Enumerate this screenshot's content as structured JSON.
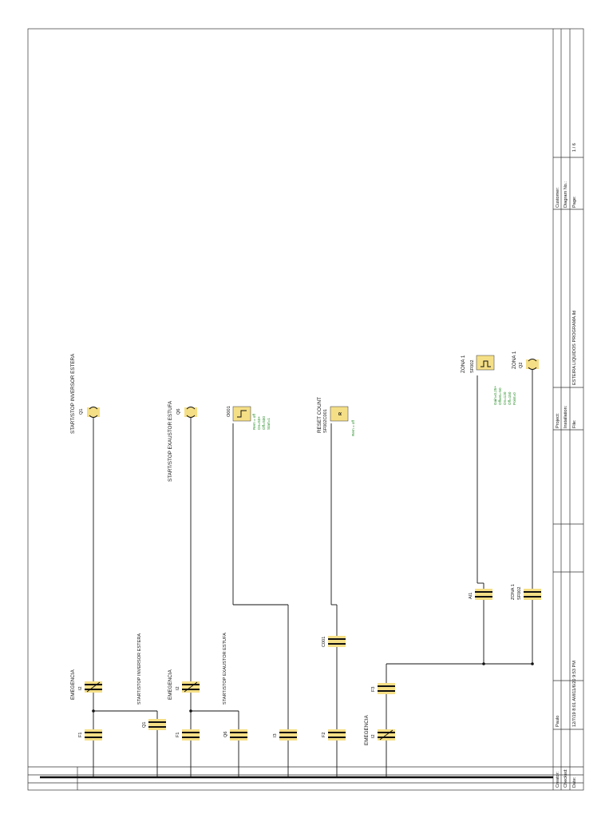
{
  "contacts": {
    "F1_a": "F1",
    "Q1": "Q1",
    "F1_b": "F1",
    "Q6": "Q6",
    "I3": "I3",
    "F2": "F2",
    "I2_c": "I2",
    "F3": "F3",
    "I2_a": "I2",
    "I2_b": "I2",
    "C001": "C001",
    "AI1": "AI1",
    "SF002": "SF002"
  },
  "labels": {
    "emergencia_1": "EMEGENCIA",
    "emergencia_2": "EMEGENCIA",
    "emergencia_3": "EMEGENCIA",
    "start_inversor": "START/STOP INVERSOR ESTERA",
    "start_exaustor": "START/STOP EXAUSTOR ESTUFA",
    "zona1_contact": "ZONA 1"
  },
  "outputs": {
    "q1": {
      "tag": "Q1",
      "title": "START/STOP INVERSOR ESTERA"
    },
    "q6": {
      "tag": "Q6",
      "title": "START/STOP EXAUSTOR ESTUFA"
    },
    "q2": {
      "tag": "Q2",
      "title": "ZONA 1"
    }
  },
  "blocks": {
    "o001": {
      "tag": "O001",
      "params": [
        "Rem = off",
        "On=S0+",
        "Off=S00",
        "Start=1"
      ]
    },
    "counter": {
      "title": "RESET COUNT",
      "tag": "SF002C001",
      "pin": "R",
      "params": [
        "Rem = off"
      ]
    },
    "sf002": {
      "title": "ZONA 1",
      "tag": "SF002",
      "params": [
        "Gain=0.25+",
        "Offset=-50",
        "On=120",
        "Off=150",
        "Point=0"
      ]
    }
  },
  "title_block": {
    "creator_label": "Creator:",
    "creator_value": "Paulo",
    "checked_label": "Checked:",
    "date_label": "Date:",
    "date_value": "12/7/19 8:01 AM/11/6/20 9:53 PM",
    "project_label": "Project:",
    "installation_label": "Installation:",
    "file_label": "File:",
    "file_value": "ESTEIRA LIQUIDOS PROGRAMA.lld",
    "customer_label": "Customer:",
    "diagram_label": "Diagram No.:",
    "page_label": "Page:",
    "page_value": "1 / 6"
  }
}
